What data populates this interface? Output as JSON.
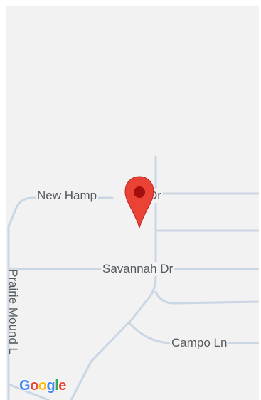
{
  "map": {
    "streets": {
      "new_hampshire": "New Hamp",
      "new_hampshire_suffix": "Dr",
      "savannah": "Savannah Dr",
      "prairie_mound": "Prairie Mound L",
      "campo": "Campo Ln"
    },
    "logo": {
      "letters": [
        "G",
        "o",
        "o",
        "g",
        "l",
        "e"
      ]
    },
    "marker": {
      "icon": "map-pin-icon",
      "color": "#ea4335",
      "dot_color": "#a50e0e"
    },
    "colors": {
      "background": "#f2f2f2",
      "road": "#c9d6e3"
    }
  }
}
